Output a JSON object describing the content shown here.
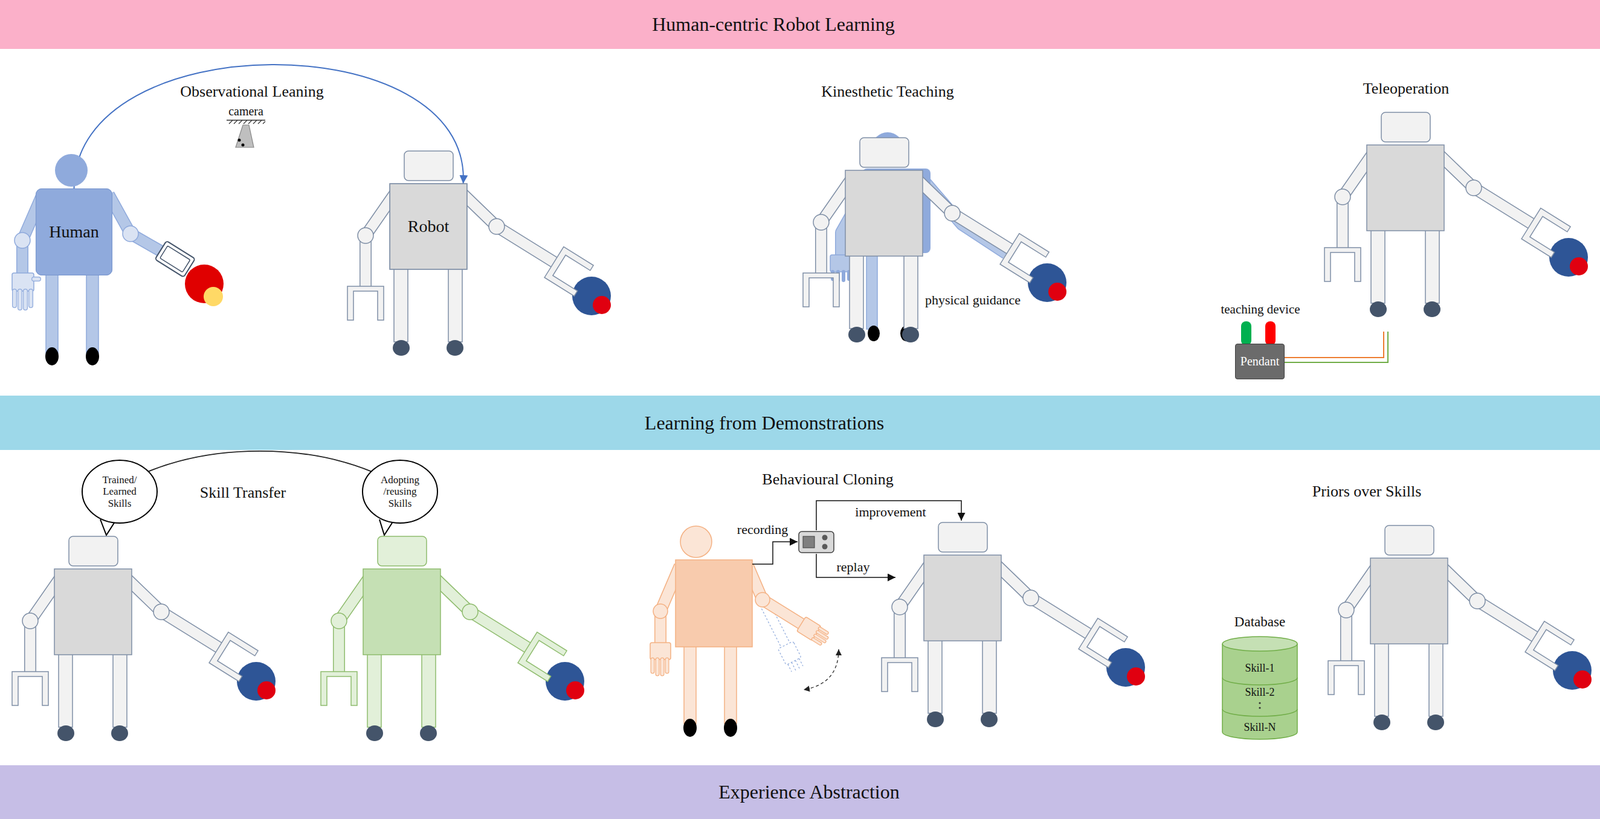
{
  "diagram": {
    "nodes": [
      {
        "text": [
          "Human-centric Robot Learning"
        ]
      },
      {
        "text": [
          "Human"
        ]
      },
      {
        "text": [
          "Robot"
        ]
      },
      {
        "text": [
          "Pendant"
        ]
      },
      {
        "text": [
          "Learning from Demonstrations"
        ]
      },
      {
        "text": [
          "Trained/ Learned Skills"
        ]
      },
      {
        "text": [
          "Adopting /reusing Skills"
        ]
      },
      {
        "text": [
          "Database"
        ]
      },
      {
        "text": [
          "Skill-1"
        ],
        "in": 7
      },
      {
        "text": [
          "Skill-2"
        ],
        "in": 7
      },
      {
        "text": [
          "Skill-N"
        ],
        "in": 7
      },
      {
        "text": [
          "Experience Abstraction"
        ]
      }
    ],
    "edges": [
      {
        "from": 1,
        "to": 2,
        "arrow": "to"
      },
      {
        "from": 5,
        "to": 6,
        "arrow": "none"
      }
    ],
    "labels": [
      "Observational Leaning",
      "camera",
      "Kinesthetic Teaching",
      "physical guidance",
      "Teleoperation",
      "teaching device",
      "Skill Transfer",
      "Behavioural Cloning",
      "recording",
      "improvement",
      "replay",
      "Priors over Skills"
    ]
  }
}
